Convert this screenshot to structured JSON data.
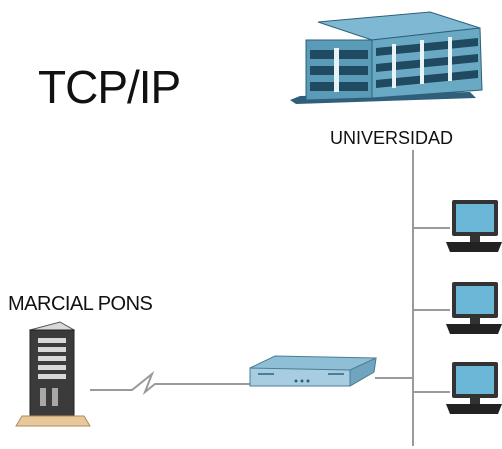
{
  "diagram": {
    "title": "TCP/IP",
    "nodes": {
      "university": {
        "label": "UNIVERSIDAD",
        "icon": "building-icon"
      },
      "server": {
        "label": "MARCIAL PONS",
        "icon": "server-tower-icon"
      },
      "router": {
        "icon": "router-icon"
      },
      "computers": [
        {
          "icon": "computer-icon"
        },
        {
          "icon": "computer-icon"
        },
        {
          "icon": "computer-icon"
        }
      ]
    },
    "colors": {
      "building": "#5a9bb8",
      "building_dark": "#2f5f7a",
      "monitor_screen": "#6ab7d8",
      "router": "#a9cde0",
      "line": "#9a9a9a",
      "text": "#111111"
    }
  }
}
